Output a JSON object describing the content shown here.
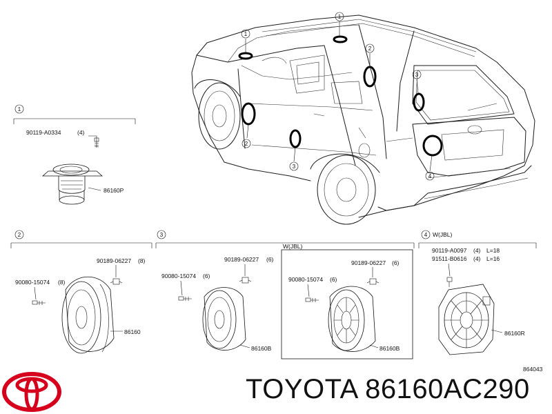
{
  "title": "TOYOTA 86160AC290",
  "diagram_code": "864043",
  "brand_colors": {
    "logo": "#d6001c",
    "line": "#111111"
  },
  "callouts": [
    "1",
    "2",
    "2",
    "3",
    "3",
    "4",
    "1"
  ],
  "sections": [
    {
      "id": "1",
      "parts": [
        {
          "code": "90119-A0334",
          "qty": "(4)"
        },
        {
          "code": "86160P"
        }
      ]
    },
    {
      "id": "2",
      "parts": [
        {
          "code": "90189-06227",
          "qty": "(8)"
        },
        {
          "code": "90080-15074",
          "qty": "(8)"
        },
        {
          "code": "86160"
        }
      ]
    },
    {
      "id": "3",
      "parts": [
        {
          "code": "90080-15074",
          "qty": "(6)"
        },
        {
          "code": "90189-06227",
          "qty": "(6)"
        },
        {
          "code": "86160B"
        }
      ],
      "variant": {
        "label": "W(JBL)",
        "parts": [
          {
            "code": "90080-15074",
            "qty": "(6)"
          },
          {
            "code": "90189-06227",
            "qty": "(6)"
          },
          {
            "code": "86160B"
          }
        ]
      }
    },
    {
      "id": "4",
      "label": "W(JBL)",
      "parts": [
        {
          "code": "90119-A0097",
          "qty": "(4)",
          "note": "L=18"
        },
        {
          "code": "91511-B0616",
          "qty": "(4)",
          "note": "L=16"
        },
        {
          "code": "86160R"
        }
      ]
    }
  ]
}
